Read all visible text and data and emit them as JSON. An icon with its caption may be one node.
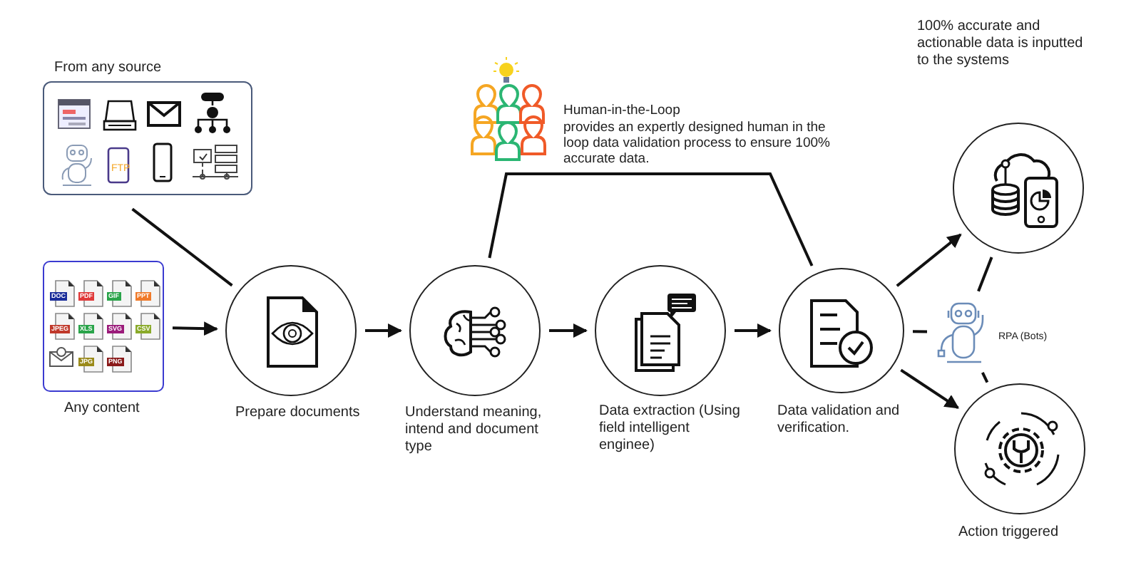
{
  "diagram": {
    "nodes": [
      {
        "text": [
          "From any source"
        ]
      },
      {
        "text": [
          "Any content"
        ]
      },
      {
        "text": [
          "Prepare documents"
        ]
      },
      {
        "text": [
          "Understand meaning, intend and document type"
        ]
      },
      {
        "text": [
          "Data extraction (Using field intelligent enginee)"
        ]
      },
      {
        "text": [
          "Data validation and verification."
        ]
      },
      {
        "text": [
          "Human-in-the-Loop",
          "provides an expertly designed human in the loop data validation process to ensure 100% accurate data."
        ]
      },
      {
        "text": [
          "100% accurate and actionable data is inputted to the systems"
        ]
      },
      {
        "text": [
          "RPA (Bots)"
        ]
      },
      {
        "text": [
          "Action triggered"
        ]
      }
    ],
    "edges": [
      {
        "from": 0,
        "to": 2,
        "arrow": "none"
      },
      {
        "from": 1,
        "to": 2,
        "arrow": "to"
      },
      {
        "from": 2,
        "to": 3,
        "arrow": "to"
      },
      {
        "from": 3,
        "to": 4,
        "arrow": "to"
      },
      {
        "from": 4,
        "to": 5,
        "arrow": "to"
      },
      {
        "from": 3,
        "to": 5,
        "arrow": "none"
      },
      {
        "from": 5,
        "to": 7,
        "arrow": "to"
      },
      {
        "from": 5,
        "to": 9,
        "arrow": "to"
      },
      {
        "from": 5,
        "to": 8,
        "arrow": "none"
      },
      {
        "from": 8,
        "to": 7,
        "arrow": "none"
      },
      {
        "from": 8,
        "to": 9,
        "arrow": "none"
      }
    ],
    "labels": [
      "FTP",
      "DOC",
      "PDF",
      "GIF",
      "PPT",
      "JPEG",
      "XLS",
      "SVG",
      "CSV",
      "JPG",
      "PNG"
    ]
  }
}
